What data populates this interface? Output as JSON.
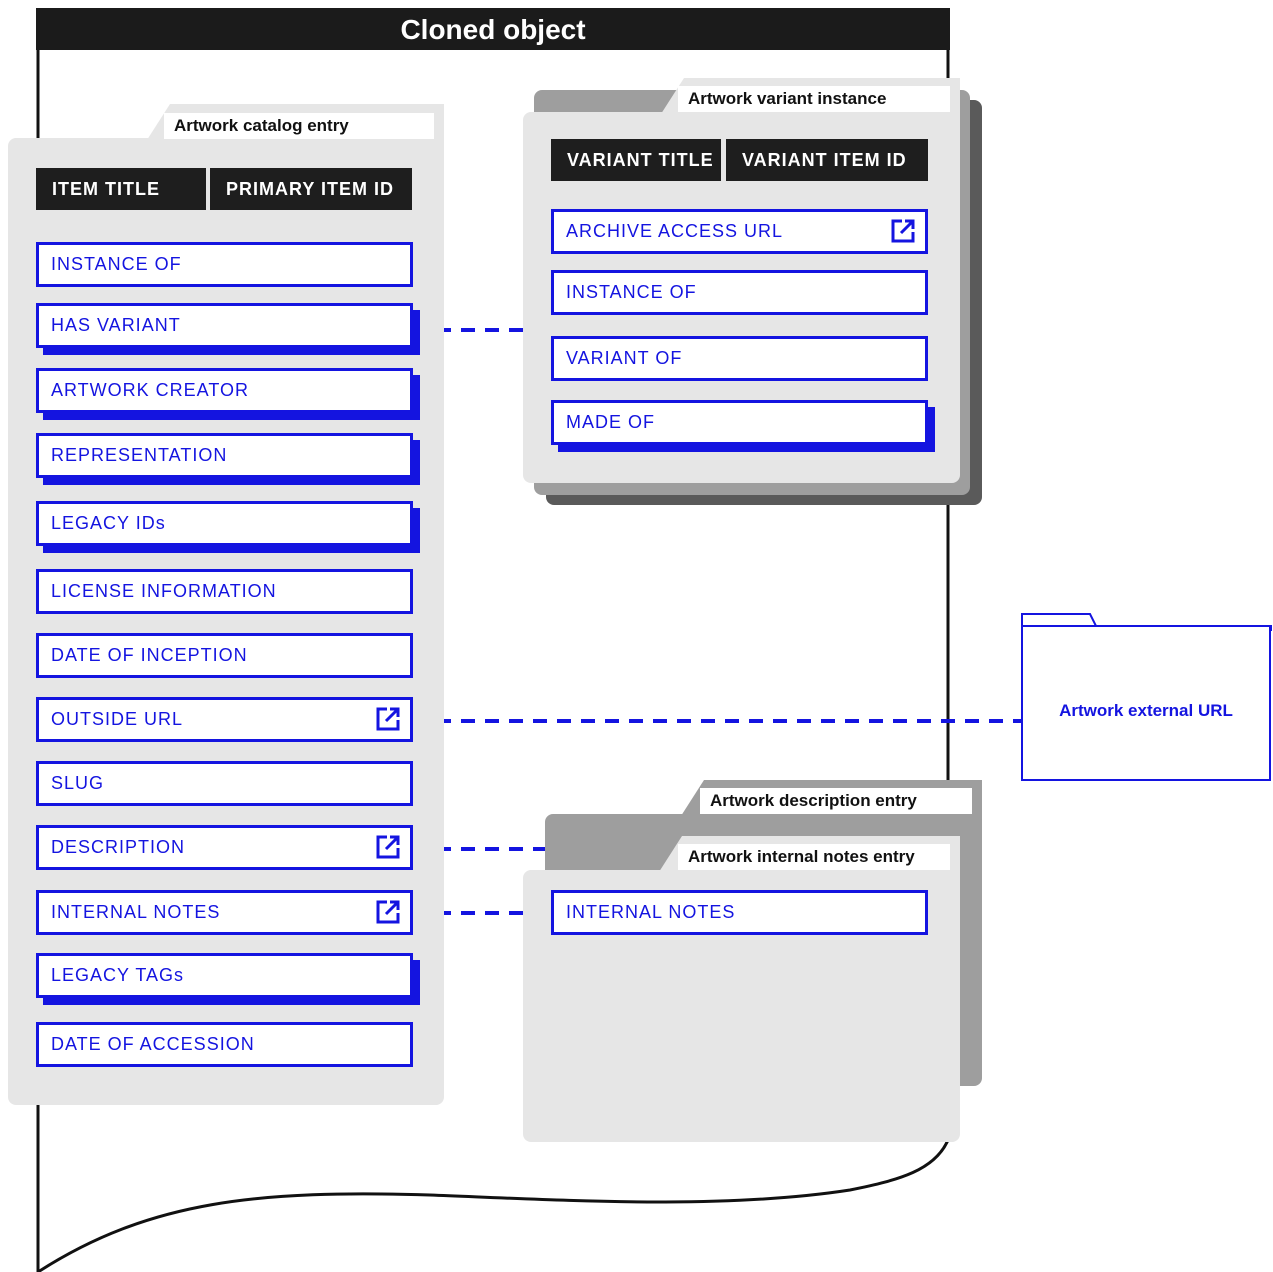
{
  "title": "Cloned object",
  "catalog_entry": {
    "tab_label": "Artwork catalog entry",
    "headers": [
      "ITEM TITLE",
      "PRIMARY ITEM ID"
    ],
    "fields": [
      {
        "label": "INSTANCE OF",
        "style": "plain"
      },
      {
        "label": "HAS VARIANT",
        "style": "shadow"
      },
      {
        "label": "ARTWORK CREATOR",
        "style": "shadow"
      },
      {
        "label": "REPRESENTATION",
        "style": "shadow"
      },
      {
        "label": "LEGACY IDs",
        "style": "shadow"
      },
      {
        "label": "LICENSE INFORMATION",
        "style": "plain"
      },
      {
        "label": "DATE OF INCEPTION",
        "style": "plain"
      },
      {
        "label": "OUTSIDE URL",
        "style": "link"
      },
      {
        "label": "SLUG",
        "style": "plain"
      },
      {
        "label": "DESCRIPTION",
        "style": "link"
      },
      {
        "label": "INTERNAL NOTES",
        "style": "link"
      },
      {
        "label": "LEGACY TAGs",
        "style": "shadow"
      },
      {
        "label": "DATE OF ACCESSION",
        "style": "plain"
      }
    ]
  },
  "variant_instance": {
    "tab_label": "Artwork variant instance",
    "headers": [
      "VARIANT TITLE",
      "VARIANT ITEM ID"
    ],
    "fields": [
      {
        "label": "ARCHIVE ACCESS URL",
        "style": "link"
      },
      {
        "label": "INSTANCE OF",
        "style": "plain"
      },
      {
        "label": "VARIANT OF",
        "style": "plain"
      },
      {
        "label": "MADE OF",
        "style": "shadow"
      }
    ]
  },
  "description_entry": {
    "tab_label": "Artwork description entry"
  },
  "internal_notes_entry": {
    "tab_label": "Artwork internal notes entry",
    "fields": [
      {
        "label": "INTERNAL NOTES",
        "style": "plain"
      }
    ]
  },
  "external_url": {
    "label": "Artwork external URL"
  },
  "colors": {
    "link_blue": "#1414e0",
    "panel_grey": "#e6e6e6",
    "stack_grey_mid": "#9e9e9e",
    "stack_grey_dark": "#5a5a5a",
    "header_black": "#1e1e1e"
  },
  "icons": [
    "external-link-icon",
    "folder-icon"
  ]
}
